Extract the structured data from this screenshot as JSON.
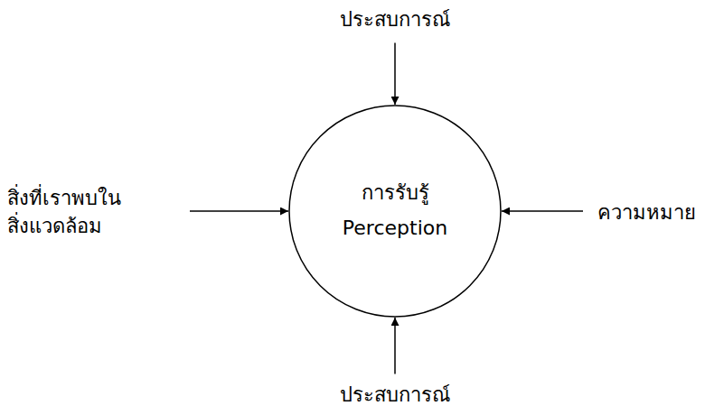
{
  "diagram": {
    "nodes": [
      {
        "text": [
          "ประสบการณ์"
        ]
      },
      {
        "text": [
          "สิ่งที่เราพบใน สิ่งแวดล้อม"
        ]
      },
      {
        "text": [
          "การรับรู้",
          "Perception"
        ]
      },
      {
        "text": [
          "ความหมาย"
        ]
      },
      {
        "text": [
          "ประสบการณ์"
        ]
      }
    ],
    "edges": [
      {
        "from": 0,
        "to": 2,
        "arrow": "to"
      },
      {
        "from": 1,
        "to": 2,
        "arrow": "to"
      },
      {
        "from": 3,
        "to": 2,
        "arrow": "to"
      },
      {
        "from": 4,
        "to": 2,
        "arrow": "to"
      }
    ]
  }
}
